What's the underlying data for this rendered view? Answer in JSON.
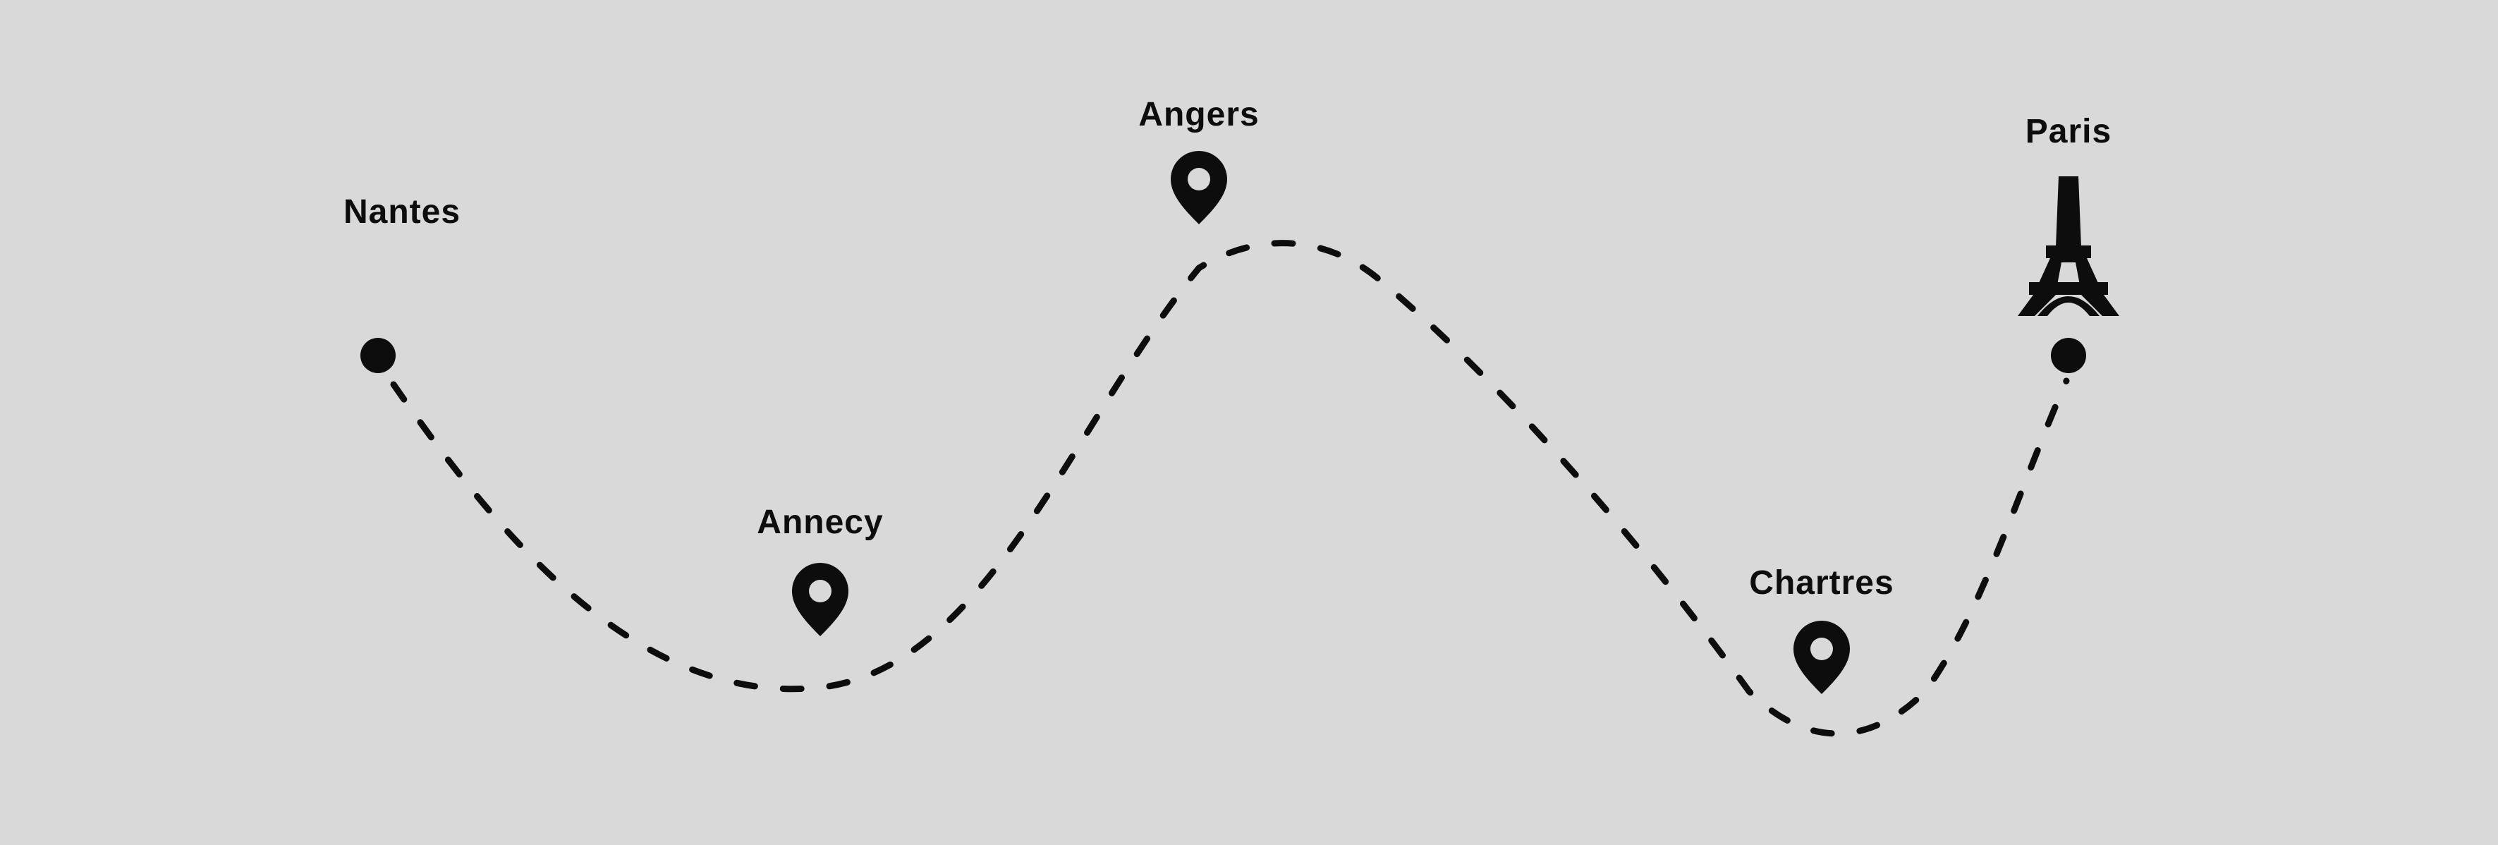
{
  "route": {
    "stops": [
      {
        "name": "Nantes",
        "marker": "dot-marker"
      },
      {
        "name": "Annecy",
        "marker": "map-pin-icon"
      },
      {
        "name": "Angers",
        "marker": "map-pin-icon"
      },
      {
        "name": "Chartres",
        "marker": "map-pin-icon"
      },
      {
        "name": "Paris",
        "marker": "eiffel-tower-icon"
      }
    ],
    "path_style": "dashed",
    "colors": {
      "background": "#d9d9d9",
      "ink": "#0d0d0d"
    }
  }
}
